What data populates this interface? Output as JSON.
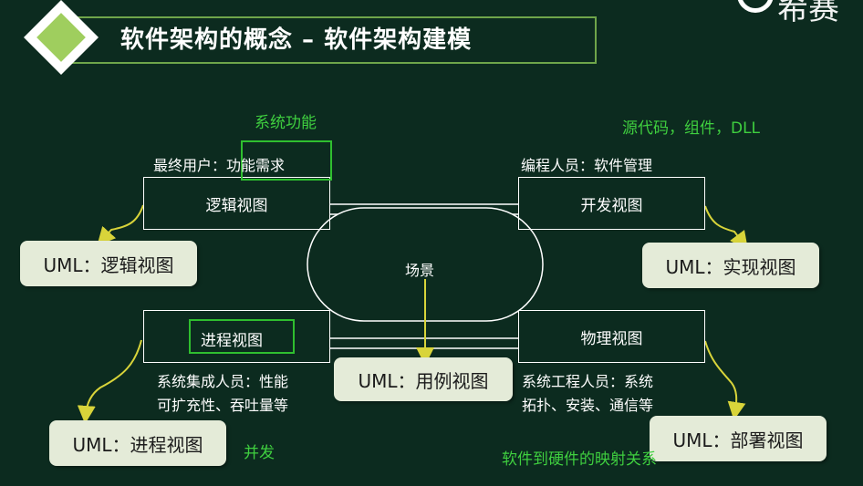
{
  "title": "软件架构的概念 – 软件架构建模",
  "logo_text": "希赛",
  "center": {
    "label": "场景"
  },
  "views": {
    "logical": "逻辑视图",
    "development": "开发视图",
    "process": "进程视图",
    "physical": "物理视图"
  },
  "stakeholders": {
    "end_user_prefix": "最终用户：",
    "end_user_need": "功能需求",
    "programmer": "编程人员：软件管理",
    "integrator_line1": "系统集成人员：性能",
    "integrator_line2": "可扩充性、吞吐量等",
    "engineer_line1": "系统工程人员：系统",
    "engineer_line2": "拓扑、安装、通信等"
  },
  "uml": {
    "logical": "UML：逻辑视图",
    "implementation": "UML：实现视图",
    "process": "UML：进程视图",
    "usecase": "UML：用例视图",
    "deployment": "UML：部署视图"
  },
  "annotations": {
    "system_function": "系统功能",
    "source_code": "源代码，组件，DLL",
    "concurrency": "并发",
    "mapping": "软件到硬件的映射关系"
  },
  "colors": {
    "background": "#0c2b1f",
    "annotation_green": "#3fcf3f",
    "arrow_yellow": "#d8d43a",
    "pill_fill": "#e4ebd8",
    "title_border": "#6fa54a"
  }
}
